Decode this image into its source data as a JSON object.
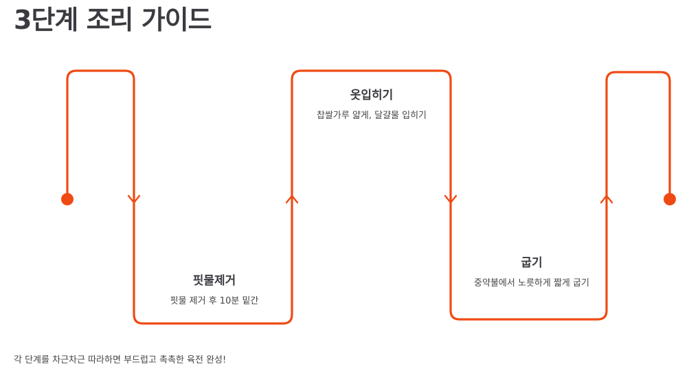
{
  "title": "3단계 조리 가이드",
  "accent_color": "#f04a14",
  "steps": [
    {
      "title": "핏물제거",
      "desc": "핏물 제거 후 10분 밑간"
    },
    {
      "title": "옷입히기",
      "desc": "찹쌀가루 얇게, 달걀물 입히기"
    },
    {
      "title": "굽기",
      "desc": "중약불에서 노릇하게 짧게 굽기"
    }
  ],
  "footer": "각 단계를 차근차근 따라하면 부드럽고 촉촉한 육전 완성!"
}
